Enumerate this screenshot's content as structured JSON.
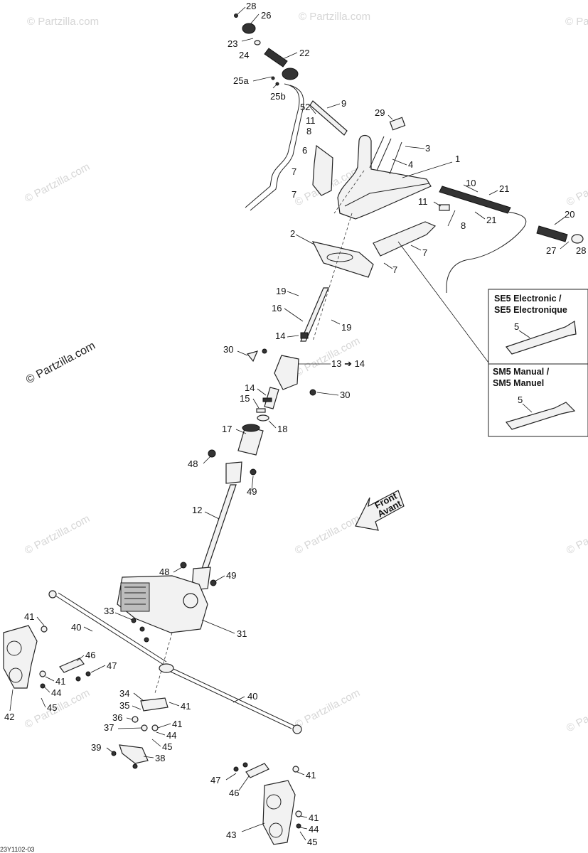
{
  "watermark": {
    "text": "© Partzilla.com"
  },
  "drawing_code": "23Y1102-03",
  "front_arrow": {
    "line1": "Front",
    "line2": "Avant"
  },
  "inset_se5": {
    "title_line1": "SE5 Electronic /",
    "title_line2": "SE5 Electronique",
    "callout": "5"
  },
  "inset_sm5": {
    "title_line1": "SM5 Manual /",
    "title_line2": "SM5 Manuel",
    "callout": "5"
  },
  "callouts": {
    "c28a": "28",
    "c26": "26",
    "c23": "23",
    "c24": "24",
    "c22": "22",
    "c25a": "25a",
    "c25b": "25b",
    "c52": "52",
    "c9": "9",
    "c29": "29",
    "c11a": "11",
    "c8a": "8",
    "c6": "6",
    "c7a": "7",
    "c7b": "7",
    "c3": "3",
    "c4": "4",
    "c1": "1",
    "c10": "10",
    "c21a": "21",
    "c11b": "11",
    "c21b": "21",
    "c8b": "8",
    "c20": "20",
    "c27": "27",
    "c28b": "28",
    "c2": "2",
    "c7c": "7",
    "c7d": "7",
    "c19a": "19",
    "c16": "16",
    "c19b": "19",
    "c14a": "14",
    "c30a": "30",
    "c13to14": "13 ➔ 14",
    "c14b": "14",
    "c15": "15",
    "c30b": "30",
    "c17": "17",
    "c18": "18",
    "c48a": "48",
    "c49a": "49",
    "c12": "12",
    "c48b": "48",
    "c49b": "49",
    "c33": "33",
    "c31": "31",
    "c41a": "41",
    "c40a": "40",
    "c46a": "46",
    "c47a": "47",
    "c41b": "41",
    "c44a": "44",
    "c45a": "45",
    "c42": "42",
    "c34": "34",
    "c35": "35",
    "c41c": "41",
    "c36": "36",
    "c41d": "41",
    "c37": "37",
    "c44b": "44",
    "c45b": "45",
    "c39": "39",
    "c38": "38",
    "c40b": "40",
    "c41e": "41",
    "c47b": "47",
    "c46b": "46",
    "c41f": "41",
    "c43": "43",
    "c44c": "44",
    "c45c": "45"
  }
}
